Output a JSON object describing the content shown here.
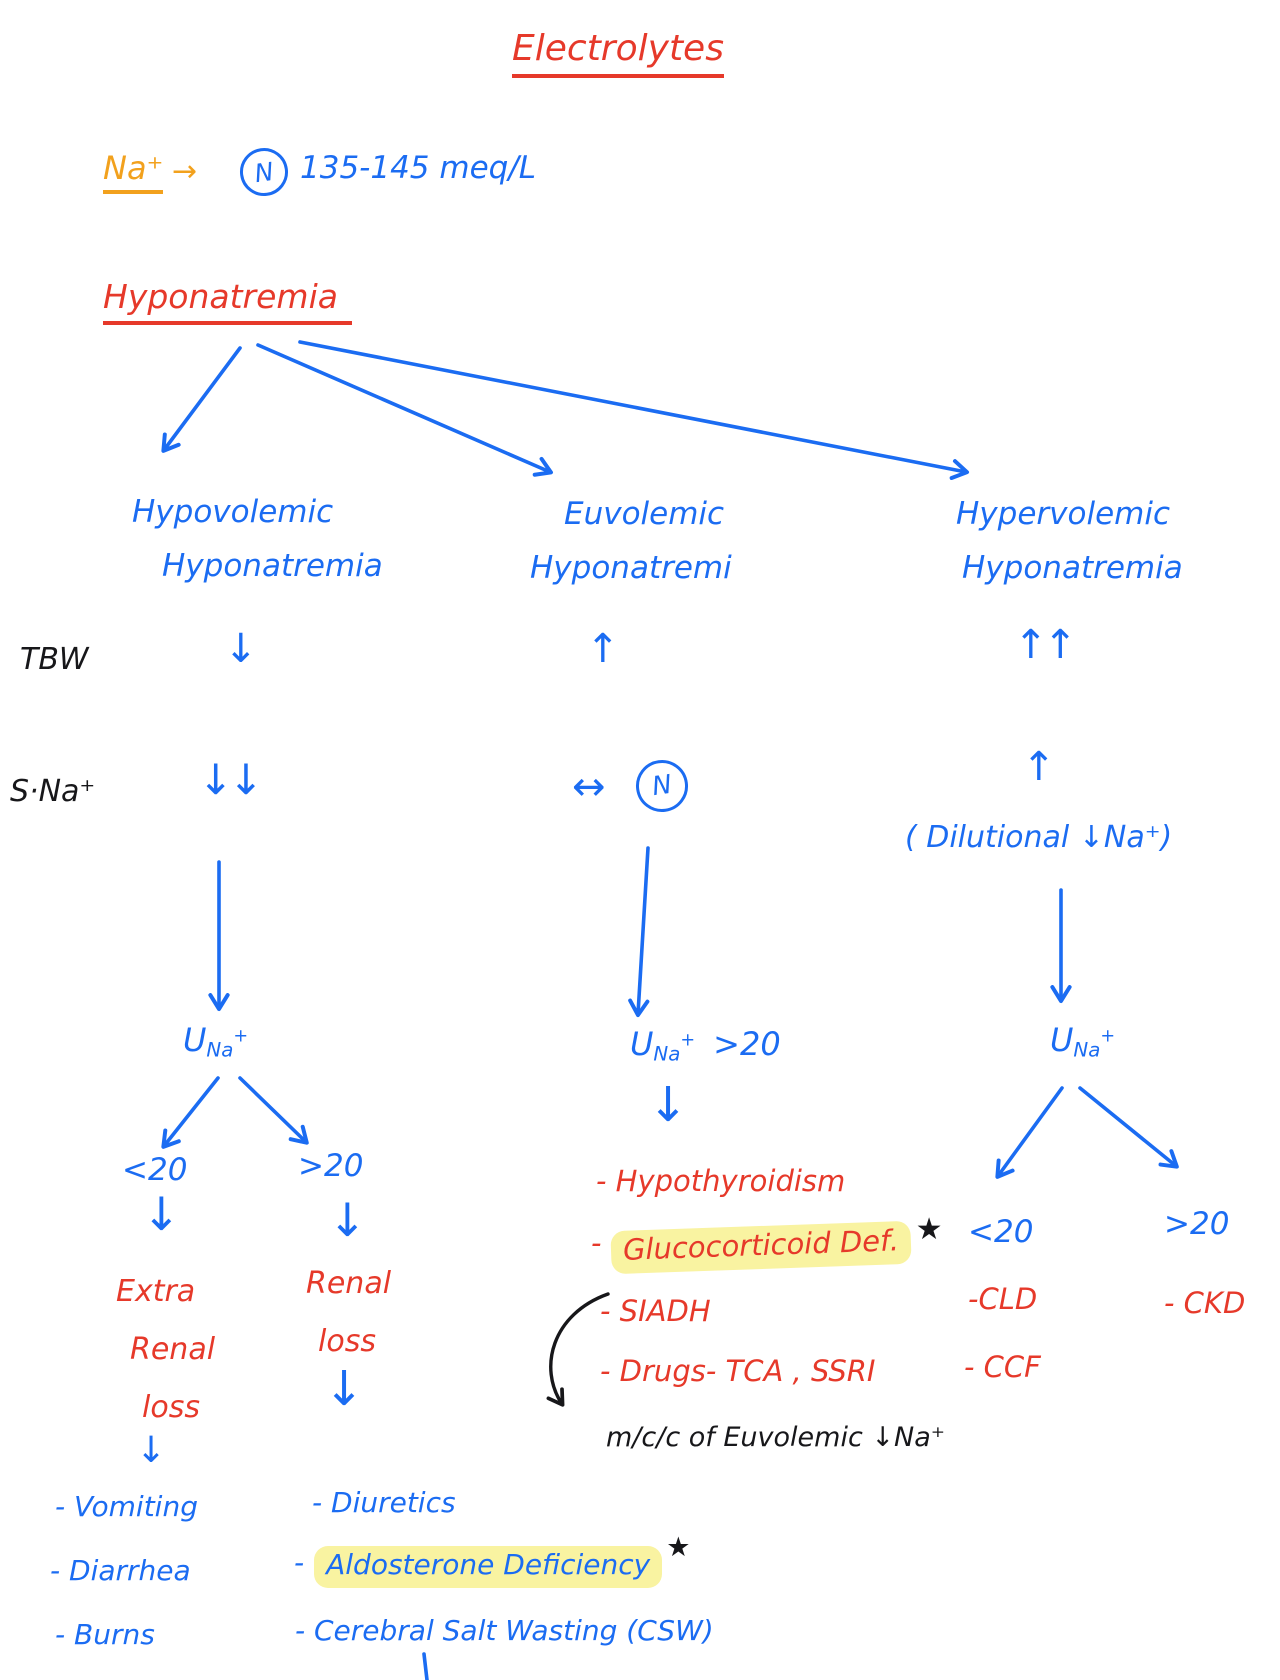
{
  "title": "Electrolytes",
  "na_line": {
    "ion": "Na⁺",
    "arrow": "→",
    "normal": "N",
    "range": "135-145 meq/L"
  },
  "root": "Hyponatremia",
  "row_labels": {
    "tbw": "TBW",
    "sna": "S·Na⁺"
  },
  "hypovolemic": {
    "title1": "Hypovolemic",
    "title2": "Hyponatremia",
    "tbw": "↓",
    "sna": "↓↓",
    "una": {
      "u": "U",
      "sub": "Na",
      "sup": "+"
    },
    "lt20": "<20",
    "gt20": ">20",
    "arrow_lt": "↓",
    "arrow_gt": "↓",
    "extra_renal": [
      "Extra",
      "Renal",
      "loss"
    ],
    "arrow_extra": "↓",
    "renal": [
      "Renal",
      "loss"
    ],
    "arrow_renal": "↓",
    "extra_items": [
      "- Vomiting",
      "- Diarrhea",
      "- Burns"
    ],
    "renal_item1": "- Diuretics",
    "aldo": {
      "dash": "-",
      "text": "Aldosterone Deficiency",
      "star": "★"
    },
    "renal_item3": "- Cerebral Salt Wasting (CSW)"
  },
  "euvolemic": {
    "title1": "Euvolemic",
    "title2": "Hyponatremi",
    "tbw": "↑",
    "sna_arrow": "↔",
    "sna_normal": "N",
    "una": {
      "u": "U",
      "sub": "Na",
      "sup": "+",
      "value": ">20"
    },
    "arrow_down": "↓",
    "item1": "- Hypothyroidism",
    "gluco": {
      "dash": "-",
      "text": "Glucocorticoid Def.",
      "star": "★"
    },
    "item3": "- SIADH",
    "item4": "- Drugs-  TCA , SSRI",
    "note": "m/c/c of Euvolemic ↓Na⁺"
  },
  "hypervolemic": {
    "title1": "Hypervolemic",
    "title2": "Hyponatremia",
    "tbw": "↑↑",
    "sna": "↑",
    "dilutional": "( Dilutional ↓Na⁺)",
    "una": {
      "u": "U",
      "sub": "Na",
      "sup": "+"
    },
    "lt20": "<20",
    "gt20": ">20",
    "cld": "-CLD",
    "ccf": "- CCF",
    "ckd": "- CKD"
  },
  "colors": {
    "blue": "#1b6cf2",
    "red": "#e6392a",
    "orange": "#f2a11d",
    "ink": "#17171a",
    "highlight": "#f9f3a1"
  }
}
